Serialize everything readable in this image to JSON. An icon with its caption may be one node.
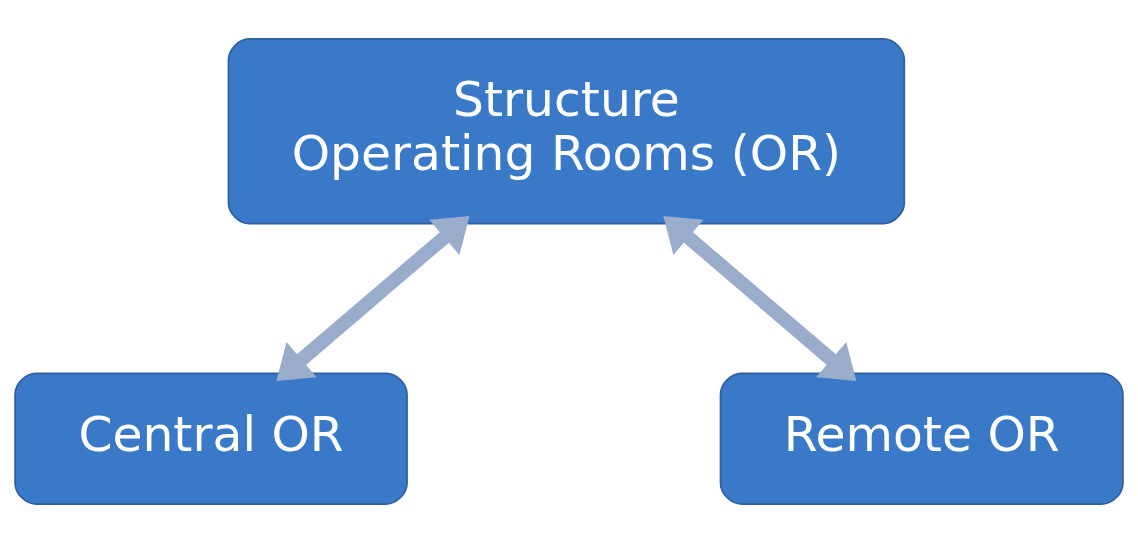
{
  "diagram": {
    "nodes": [
      {
        "text": [
          "Structure",
          "Operating Rooms (OR)"
        ]
      },
      {
        "text": [
          "Central OR"
        ]
      },
      {
        "text": [
          "Remote OR"
        ]
      }
    ],
    "edges": [
      {
        "from": 0,
        "to": 1,
        "arrow": "both"
      },
      {
        "from": 0,
        "to": 2,
        "arrow": "both"
      }
    ]
  }
}
